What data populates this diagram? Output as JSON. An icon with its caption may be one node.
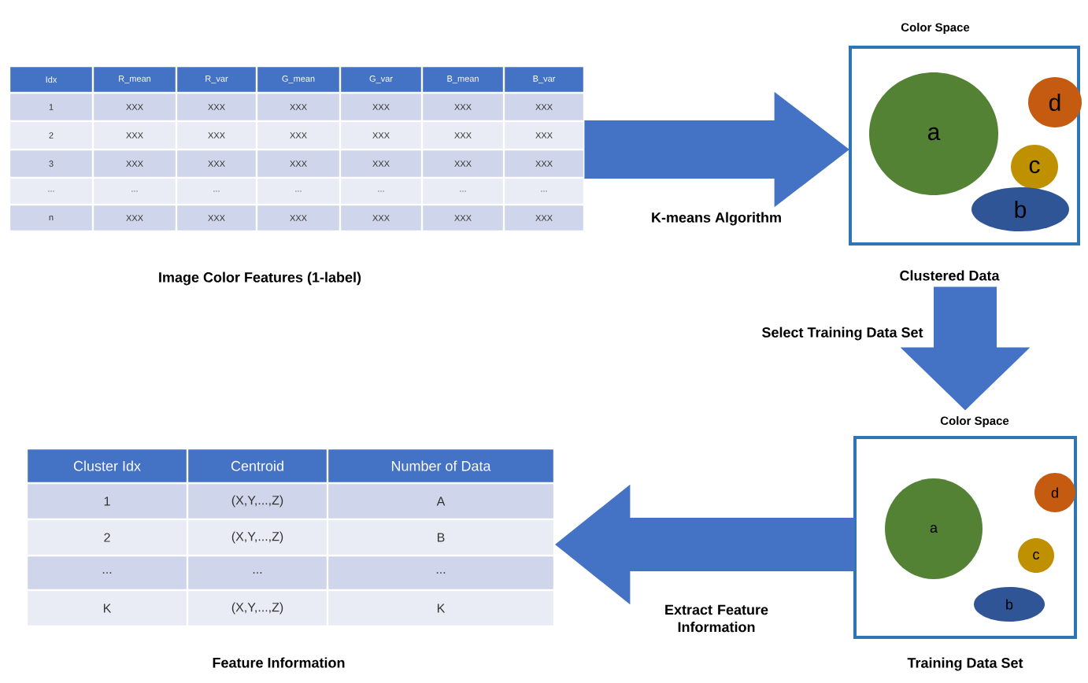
{
  "diagram": {
    "nodes": [
      {
        "text": [
          "Image Color Features (1-label)"
        ]
      },
      {
        "text": [
          "Color Space"
        ],
        "beside": [
          "Clustered Data"
        ]
      },
      {
        "text": [
          "d"
        ],
        "in": 1
      },
      {
        "text": [
          "a"
        ],
        "in": 1
      },
      {
        "text": [
          "c"
        ],
        "in": 1
      },
      {
        "text": [
          "b"
        ],
        "in": 1
      },
      {
        "text": [
          "Color Space"
        ],
        "beside": [
          "Training Data Set"
        ]
      },
      {
        "text": [
          "d"
        ],
        "in": 6
      },
      {
        "text": [
          "a"
        ],
        "in": 6
      },
      {
        "text": [
          "c"
        ],
        "in": 6
      },
      {
        "text": [
          "b"
        ],
        "in": 6
      },
      {
        "text": [
          "Feature Information"
        ]
      }
    ],
    "edges": [
      {
        "from": 0,
        "to": 1,
        "arrow": "to",
        "label": "K-means Algorithm"
      },
      {
        "from": 1,
        "to": 6,
        "arrow": "to",
        "label": "Select Training Data Set"
      },
      {
        "from": 6,
        "to": 11,
        "arrow": "to",
        "label": "Extract Feature Information"
      }
    ],
    "labels": [
      "Idx",
      "R_mean",
      "R_var",
      "G_mean",
      "G_var",
      "B_mean",
      "B_var",
      "1",
      "XXX",
      "XXX",
      "XXX",
      "XXX",
      "XXX",
      "XXX",
      "2",
      "XXX",
      "XXX",
      "XXX",
      "XXX",
      "XXX",
      "XXX",
      "3",
      "XXX",
      "XXX",
      "XXX",
      "XXX",
      "XXX",
      "XXX",
      "...",
      "...",
      "...",
      "...",
      "...",
      "...",
      "...",
      "n",
      "XXX",
      "XXX",
      "XXX",
      "XXX",
      "XXX",
      "XXX",
      "Cluster Idx",
      "Centroid",
      "Number of Data",
      "1",
      "(X,Y,...,Z)",
      "A",
      "2",
      "(X,Y,...,Z)",
      "B",
      "...",
      "...",
      "...",
      "K",
      "(X,Y,...,Z)",
      "K"
    ]
  }
}
